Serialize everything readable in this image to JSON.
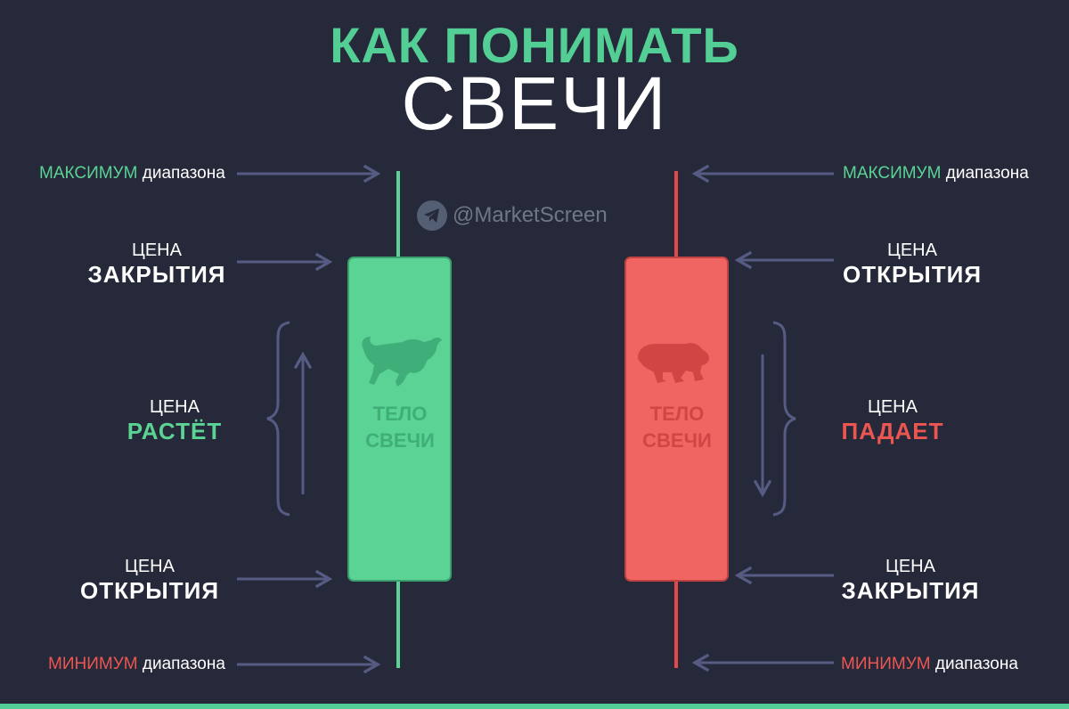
{
  "title": {
    "line1": "КАК ПОНИМАТЬ",
    "line2": "СВЕЧИ"
  },
  "watermark": {
    "handle": "@MarketScreen",
    "icon": "telegram-icon"
  },
  "bullish": {
    "high": {
      "keyword": "МАКСИМУМ",
      "rest": "диапазона"
    },
    "close": {
      "small": "ЦЕНА",
      "big": "ЗАКРЫТИЯ"
    },
    "trend": {
      "small": "ЦЕНА",
      "big": "РАСТЁТ"
    },
    "open": {
      "small": "ЦЕНА",
      "big": "ОТКРЫТИЯ"
    },
    "low": {
      "keyword": "МИНИМУМ",
      "rest": "диапазона"
    },
    "body_label": [
      "ТЕЛО",
      "СВЕЧИ"
    ],
    "animal_icon": "bull-icon",
    "color": "#5ad394"
  },
  "bearish": {
    "high": {
      "keyword": "МАКСИМУМ",
      "rest": "диапазона"
    },
    "open": {
      "small": "ЦЕНА",
      "big": "ОТКРЫТИЯ"
    },
    "trend": {
      "small": "ЦЕНА",
      "big": "ПАДАЕТ"
    },
    "close": {
      "small": "ЦЕНА",
      "big": "ЗАКРЫТИЯ"
    },
    "low": {
      "keyword": "МИНИМУМ",
      "rest": "диапазона"
    },
    "body_label": [
      "ТЕЛО",
      "СВЕЧИ"
    ],
    "animal_icon": "bear-icon",
    "color": "#f06462"
  },
  "colors": {
    "background": "#262939",
    "accent_green": "#53cf95",
    "accent_red": "#ec5652",
    "arrow": "#555b82"
  }
}
